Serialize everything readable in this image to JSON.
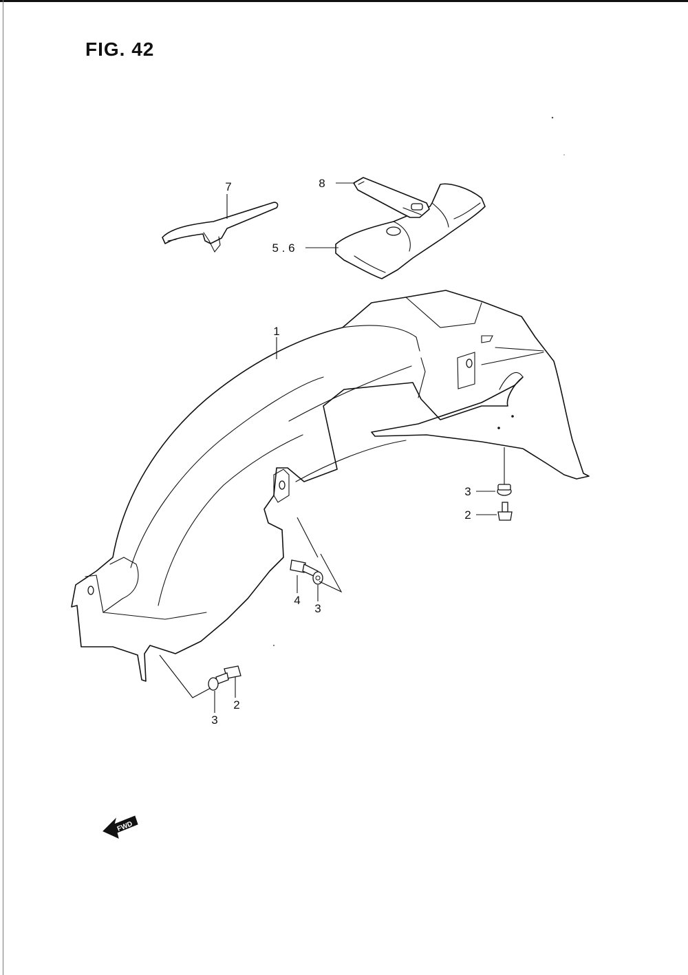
{
  "figure": {
    "title": "FIG. 42"
  },
  "callouts": [
    {
      "id": "c1",
      "text": "1"
    },
    {
      "id": "c7",
      "text": "7"
    },
    {
      "id": "c8",
      "text": "8"
    },
    {
      "id": "c56",
      "text": "5 . 6"
    },
    {
      "id": "c3a",
      "text": "3"
    },
    {
      "id": "c2a",
      "text": "2"
    },
    {
      "id": "c4",
      "text": "4"
    },
    {
      "id": "c3b",
      "text": "3"
    },
    {
      "id": "c3c",
      "text": "3"
    },
    {
      "id": "c2b",
      "text": "2"
    }
  ],
  "direction_marker": {
    "text": "FWD"
  }
}
